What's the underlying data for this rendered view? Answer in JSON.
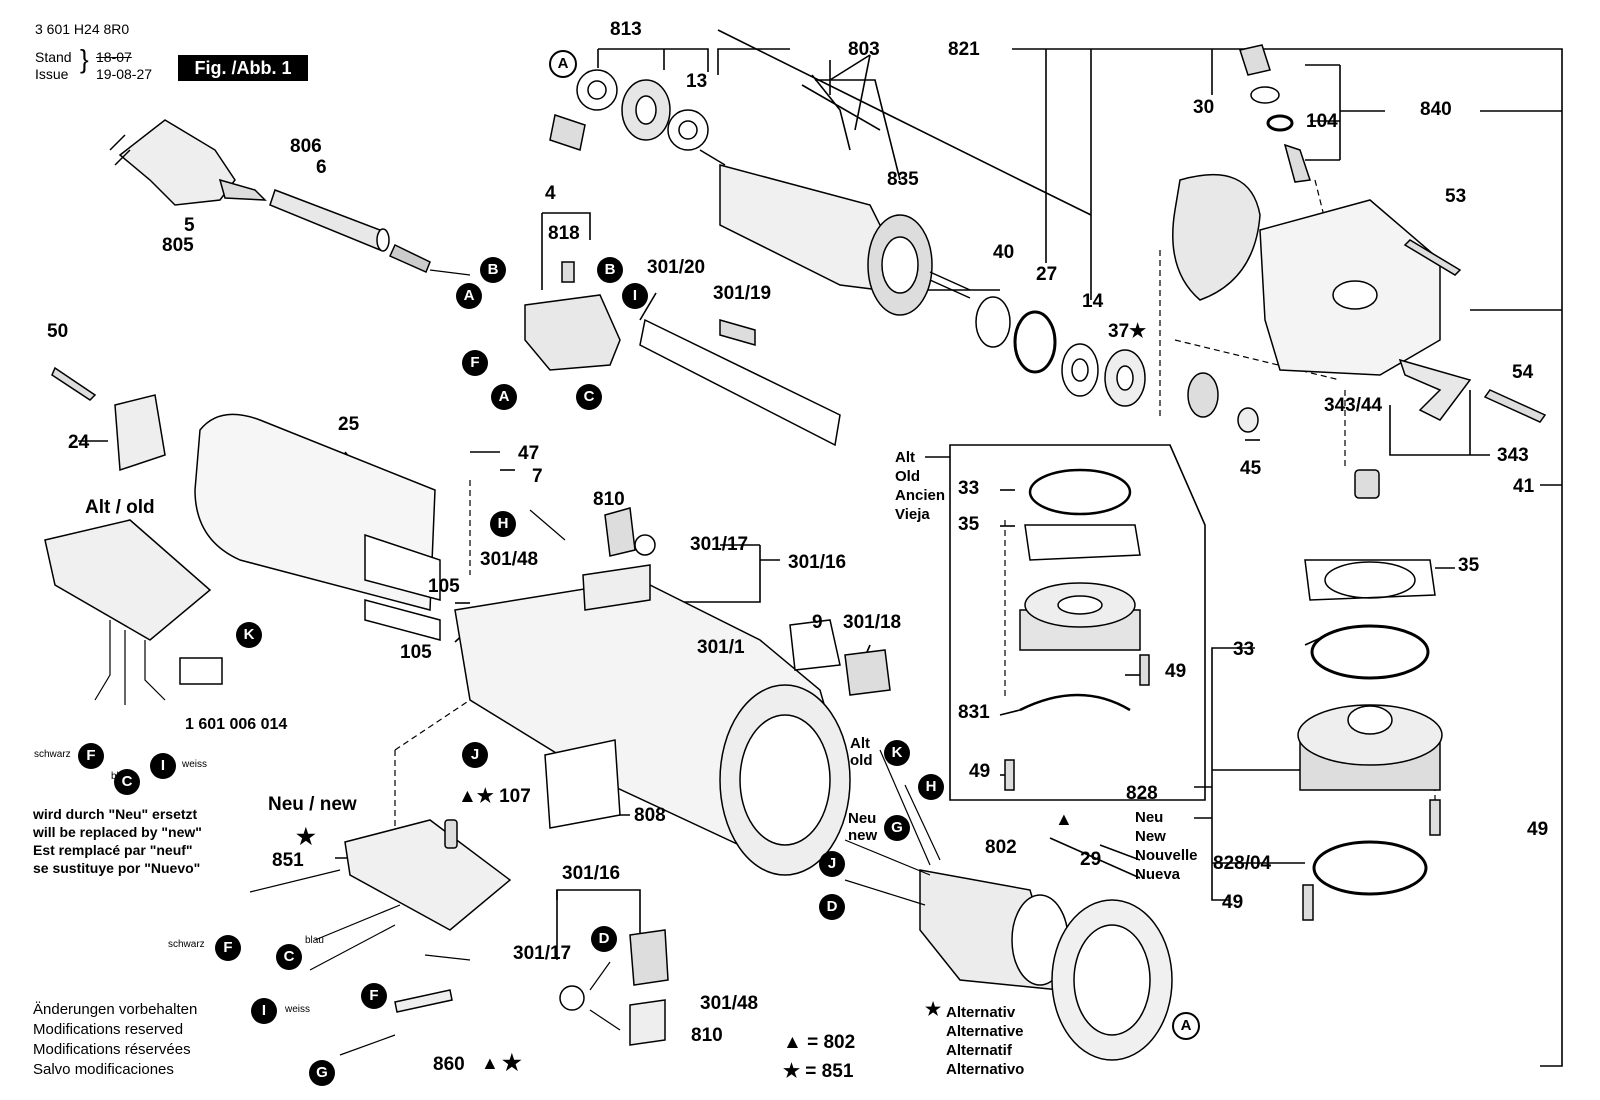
{
  "header": {
    "doc_number": "3 601 H24 8R0",
    "stand_label": "Stand",
    "issue_label": "Issue",
    "stand_date": "18-07",
    "issue_date": "19-08-27",
    "fig_label": "Fig. /Abb. 1"
  },
  "labels": [
    {
      "id": "p813",
      "text": "813"
    },
    {
      "id": "p13",
      "text": "13"
    },
    {
      "id": "p803",
      "text": "803"
    },
    {
      "id": "p821",
      "text": "821"
    },
    {
      "id": "p30",
      "text": "30"
    },
    {
      "id": "p104",
      "text": "104"
    },
    {
      "id": "p840",
      "text": "840"
    },
    {
      "id": "p806",
      "text": "806"
    },
    {
      "id": "p6",
      "text": "6"
    },
    {
      "id": "p835",
      "text": "835"
    },
    {
      "id": "p53",
      "text": "53"
    },
    {
      "id": "p5",
      "text": "5"
    },
    {
      "id": "p805",
      "text": "805"
    },
    {
      "id": "p4",
      "text": "4"
    },
    {
      "id": "p818",
      "text": "818"
    },
    {
      "id": "p301_20",
      "text": "301/20"
    },
    {
      "id": "p301_19",
      "text": "301/19"
    },
    {
      "id": "p40",
      "text": "40"
    },
    {
      "id": "p27",
      "text": "27"
    },
    {
      "id": "p14",
      "text": "14"
    },
    {
      "id": "p37",
      "text": "37★"
    },
    {
      "id": "p50",
      "text": "50"
    },
    {
      "id": "p54",
      "text": "54"
    },
    {
      "id": "p343_44",
      "text": "343/44"
    },
    {
      "id": "p24",
      "text": "24"
    },
    {
      "id": "p25",
      "text": "25"
    },
    {
      "id": "p343",
      "text": "343"
    },
    {
      "id": "p45",
      "text": "45"
    },
    {
      "id": "p47",
      "text": "47"
    },
    {
      "id": "p7",
      "text": "7"
    },
    {
      "id": "p41",
      "text": "41"
    },
    {
      "id": "p810a",
      "text": "810"
    },
    {
      "id": "p33a",
      "text": "33"
    },
    {
      "id": "p35a",
      "text": "35"
    },
    {
      "id": "p301_17a",
      "text": "301/17"
    },
    {
      "id": "p301_48a",
      "text": "301/48"
    },
    {
      "id": "p301_16a",
      "text": "301/16"
    },
    {
      "id": "p35b",
      "text": "35"
    },
    {
      "id": "p105a",
      "text": "105"
    },
    {
      "id": "p105b",
      "text": "105"
    },
    {
      "id": "p9",
      "text": "9"
    },
    {
      "id": "p301_18",
      "text": "301/18"
    },
    {
      "id": "p301_1",
      "text": "301/1"
    },
    {
      "id": "p33b",
      "text": "33"
    },
    {
      "id": "p49a",
      "text": "49"
    },
    {
      "id": "p1601",
      "text": "1 601 006 014"
    },
    {
      "id": "p831",
      "text": "831"
    },
    {
      "id": "p49b",
      "text": "49"
    },
    {
      "id": "p107",
      "text": "▲★ 107"
    },
    {
      "id": "p828",
      "text": "828"
    },
    {
      "id": "p808",
      "text": "808"
    },
    {
      "id": "p802",
      "text": "802"
    },
    {
      "id": "p29",
      "text": "29"
    },
    {
      "id": "p851",
      "text": "851"
    },
    {
      "id": "p828_04",
      "text": "828/04"
    },
    {
      "id": "p49c",
      "text": "49"
    },
    {
      "id": "p49d",
      "text": "49"
    },
    {
      "id": "p301_16b",
      "text": "301/16"
    },
    {
      "id": "p301_17b",
      "text": "301/17"
    },
    {
      "id": "p301_48b",
      "text": "301/48"
    },
    {
      "id": "p810b",
      "text": "810"
    },
    {
      "id": "p860",
      "text": "860"
    }
  ],
  "text_blocks": {
    "alt_old_top": "Alt / old",
    "neu_new": "Neu / new",
    "alt_box": [
      "Alt",
      "Old",
      "Ancien",
      "Vieja"
    ],
    "alt_old_small": [
      "Alt",
      "old"
    ],
    "neu_new_small": [
      "Neu",
      "new"
    ],
    "neu_list": [
      "Neu",
      "New",
      "Nouvelle",
      "Nueva"
    ],
    "replace_note": [
      "wird durch \"Neu\" ersetzt",
      "will be replaced by \"new\"",
      "Est remplacé par \"neuf\"",
      "se sustituye por \"Nuevo\""
    ],
    "modifications": [
      "Änderungen vorbehalten",
      "Modifications reserved",
      "Modifications réservées",
      "Salvo modificaciones"
    ],
    "alternativ": [
      "Alternativ",
      "Alternative",
      "Alternatif",
      "Alternativo"
    ],
    "legend_triangle": "▲ = 802",
    "legend_star": "★ = 851",
    "star": "★",
    "triangle": "▲",
    "wire_labels": {
      "schwarz": "schwarz",
      "blau": "blau",
      "weiss": "weiss"
    }
  },
  "connectors": [
    {
      "id": "c1",
      "text": "A",
      "open": true
    },
    {
      "id": "c2",
      "text": "B"
    },
    {
      "id": "c3",
      "text": "A"
    },
    {
      "id": "c4",
      "text": "B"
    },
    {
      "id": "c5",
      "text": "I"
    },
    {
      "id": "c6",
      "text": "F"
    },
    {
      "id": "c7",
      "text": "A"
    },
    {
      "id": "c8",
      "text": "C"
    },
    {
      "id": "c9",
      "text": "H"
    },
    {
      "id": "c10",
      "text": "K"
    },
    {
      "id": "c11",
      "text": "F"
    },
    {
      "id": "c12",
      "text": "C"
    },
    {
      "id": "c13",
      "text": "I"
    },
    {
      "id": "c14",
      "text": "J"
    },
    {
      "id": "c15",
      "text": "K"
    },
    {
      "id": "c16",
      "text": "H"
    },
    {
      "id": "c17",
      "text": "G"
    },
    {
      "id": "c18",
      "text": "J"
    },
    {
      "id": "c19",
      "text": "D"
    },
    {
      "id": "c20",
      "text": "F"
    },
    {
      "id": "c21",
      "text": "C"
    },
    {
      "id": "c22",
      "text": "D"
    },
    {
      "id": "c23",
      "text": "F"
    },
    {
      "id": "c24",
      "text": "I"
    },
    {
      "id": "c25",
      "text": "G"
    },
    {
      "id": "c26",
      "text": "A",
      "open": true
    }
  ]
}
